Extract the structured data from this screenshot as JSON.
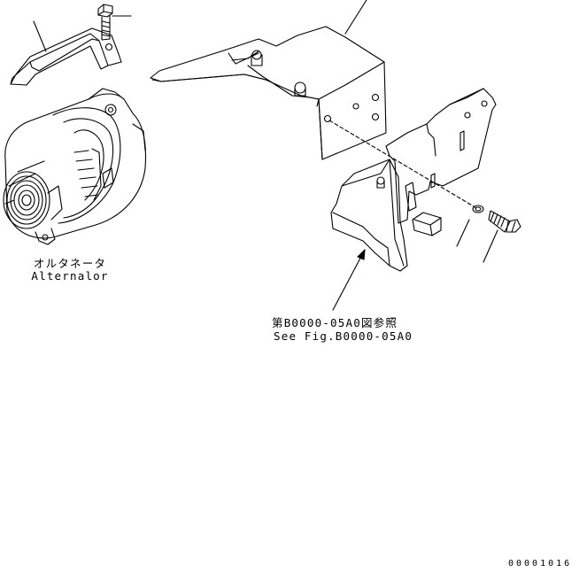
{
  "labels": {
    "alternator_jp": "オルタネータ",
    "alternator_en": "Alternalor",
    "ref_jp": "第B0000-05A0図参照",
    "ref_en": "See Fig.B0000-05A0",
    "drawing_code": "00001016"
  },
  "colors": {
    "line": "#000000",
    "background": "#ffffff"
  }
}
